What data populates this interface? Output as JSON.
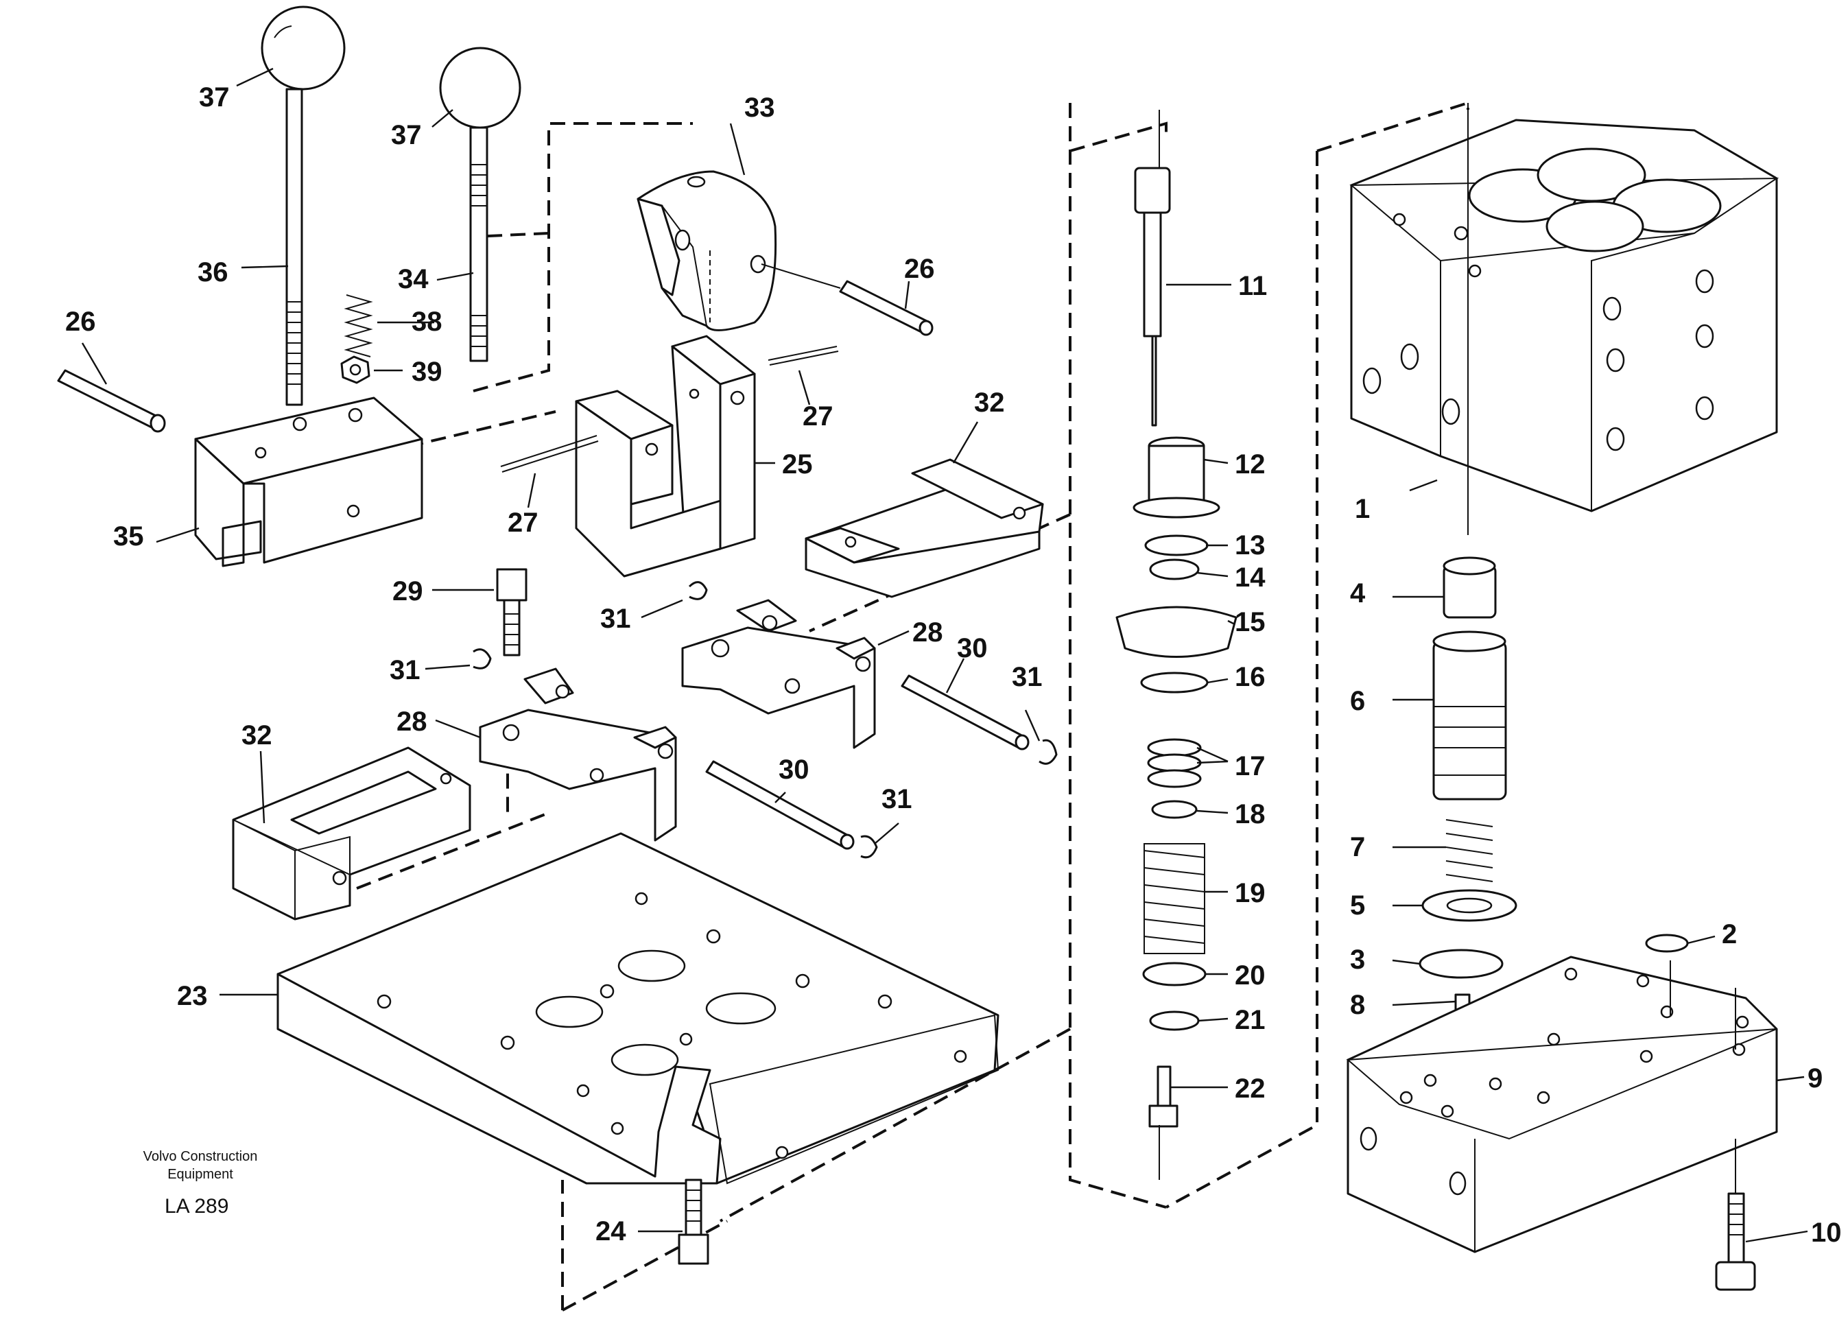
{
  "credit": {
    "line1": "Volvo Construction",
    "line2": "Equipment"
  },
  "drawing_code": "LA 289",
  "callouts": [
    "37",
    "37",
    "33",
    "36",
    "34",
    "38",
    "39",
    "26",
    "26",
    "27",
    "27",
    "25",
    "35",
    "32",
    "32",
    "29",
    "31",
    "31",
    "31",
    "31",
    "28",
    "28",
    "30",
    "30",
    "23",
    "24",
    "11",
    "12",
    "13",
    "14",
    "15",
    "16",
    "17",
    "18",
    "19",
    "20",
    "21",
    "22",
    "1",
    "4",
    "6",
    "7",
    "5",
    "3",
    "8",
    "2",
    "9",
    "10"
  ]
}
